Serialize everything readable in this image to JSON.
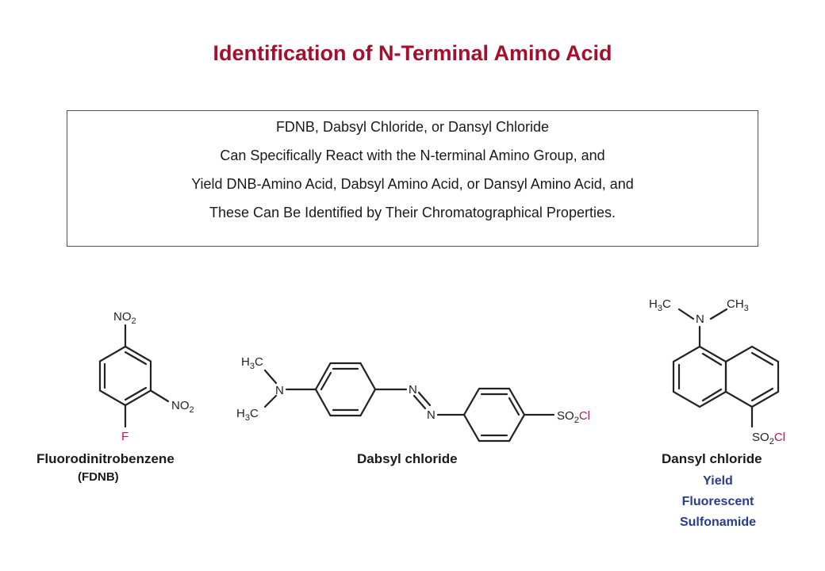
{
  "slide": {
    "title": "Identification of N-Terminal Amino Acid"
  },
  "info_box": {
    "lines": [
      "FDNB, Dabsyl Chloride, or Dansyl Chloride",
      "Can Specifically React with the N-terminal Amino Group, and",
      "Yield DNB-Amino Acid, Dabsyl Amino Acid, or Dansyl Amino Acid, and",
      "These Can Be Identified by Their Chromatographical Properties."
    ]
  },
  "structures": {
    "fdnb": {
      "name": "Fluorodinitrobenzene",
      "abbreviation": "(FDNB)",
      "atoms": {
        "nitro_top": {
          "main": "NO",
          "sub": "2"
        },
        "nitro_right": {
          "main": "NO",
          "sub": "2"
        },
        "fluorine": "F"
      }
    },
    "dabsyl": {
      "name": "Dabsyl chloride",
      "atoms": {
        "methyl_top": {
          "a": "H",
          "sub": "3",
          "b": "C"
        },
        "methyl_bottom": {
          "a": "H",
          "sub": "3",
          "b": "C"
        },
        "amine_n": "N",
        "azo_n1": "N",
        "azo_n2": "N",
        "sulfonyl": {
          "a": "SO",
          "sub": "2",
          "b": "Cl"
        }
      }
    },
    "dansyl": {
      "name": "Dansyl chloride",
      "atoms": {
        "methyl_left": {
          "a": "H",
          "sub": "3",
          "b": "C"
        },
        "methyl_right": {
          "a": "CH",
          "sub": "3"
        },
        "amine_n": "N",
        "sulfonyl": {
          "a": "SO",
          "sub": "2",
          "b": "Cl"
        }
      },
      "note_lines": [
        "Yield",
        "Fluorescent",
        "Sulfonamide"
      ]
    }
  },
  "colors": {
    "title": "#a50e2d",
    "highlight_atom": "#c0145f",
    "note": "#2b3b8f"
  }
}
